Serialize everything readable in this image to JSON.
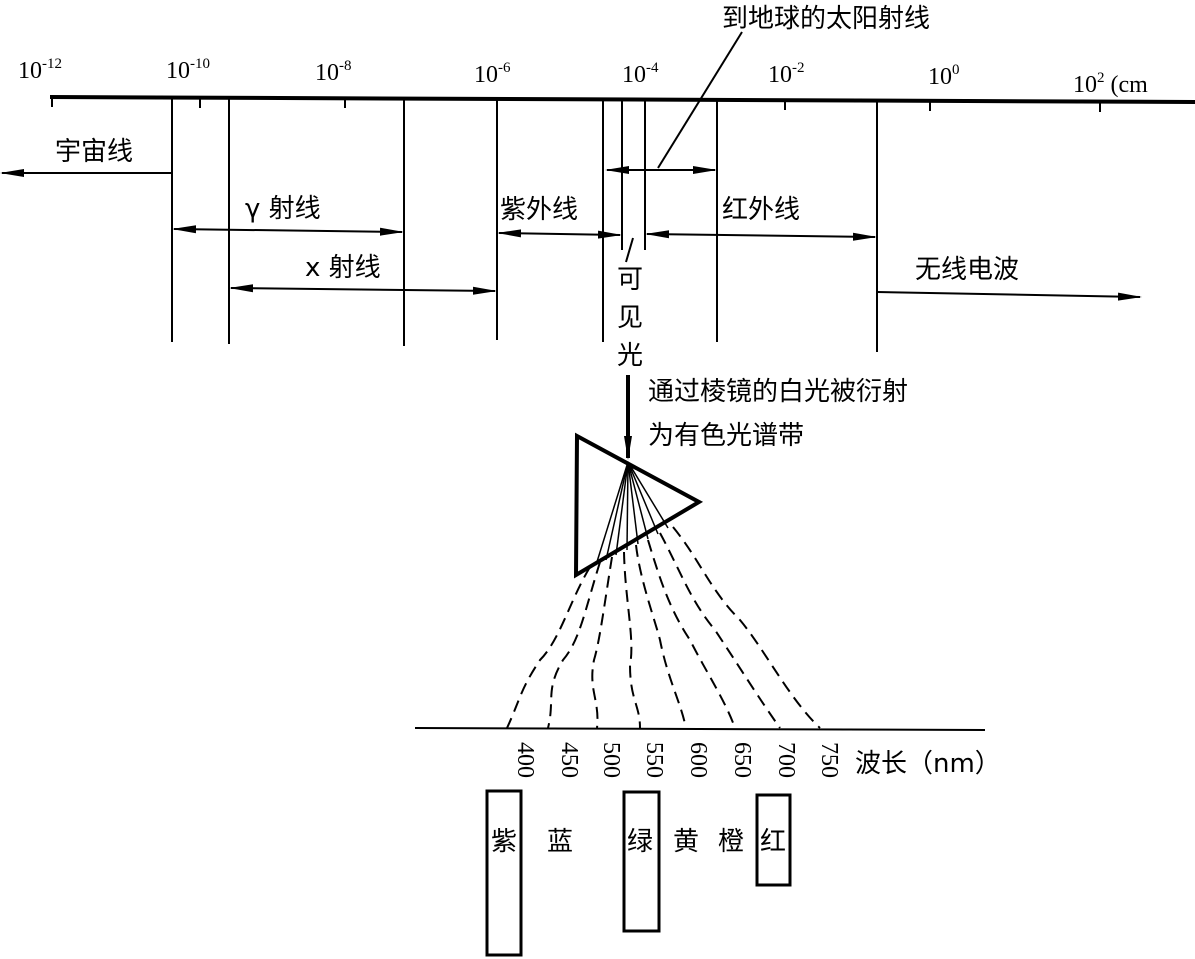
{
  "scale": {
    "unit": "(cm",
    "ticks": [
      {
        "base": "10",
        "exp": "-12"
      },
      {
        "base": "10",
        "exp": "-10"
      },
      {
        "base": "10",
        "exp": "-8"
      },
      {
        "base": "10",
        "exp": "-6"
      },
      {
        "base": "10",
        "exp": "-4"
      },
      {
        "base": "10",
        "exp": "-2"
      },
      {
        "base": "10",
        "exp": "0"
      },
      {
        "base": "10",
        "exp": "2"
      }
    ]
  },
  "bands": {
    "cosmic": "宇宙线",
    "gamma": "γ 射线",
    "xray": "x 射线",
    "uv": "紫外线",
    "ir": "红外线",
    "radio": "无线电波",
    "visible": [
      "可",
      "见",
      "光"
    ],
    "solar": "到地球的太阳射线"
  },
  "prism": {
    "caption_line1": "通过棱镜的白光被衍射",
    "caption_line2": "为有色光谱带"
  },
  "wavelength_axis": {
    "label": "波长（nm）",
    "ticks": [
      "400",
      "450",
      "500",
      "550",
      "600",
      "650",
      "700",
      "750"
    ]
  },
  "colors": [
    "紫",
    "蓝",
    "绿",
    "黄",
    "橙",
    "红"
  ]
}
